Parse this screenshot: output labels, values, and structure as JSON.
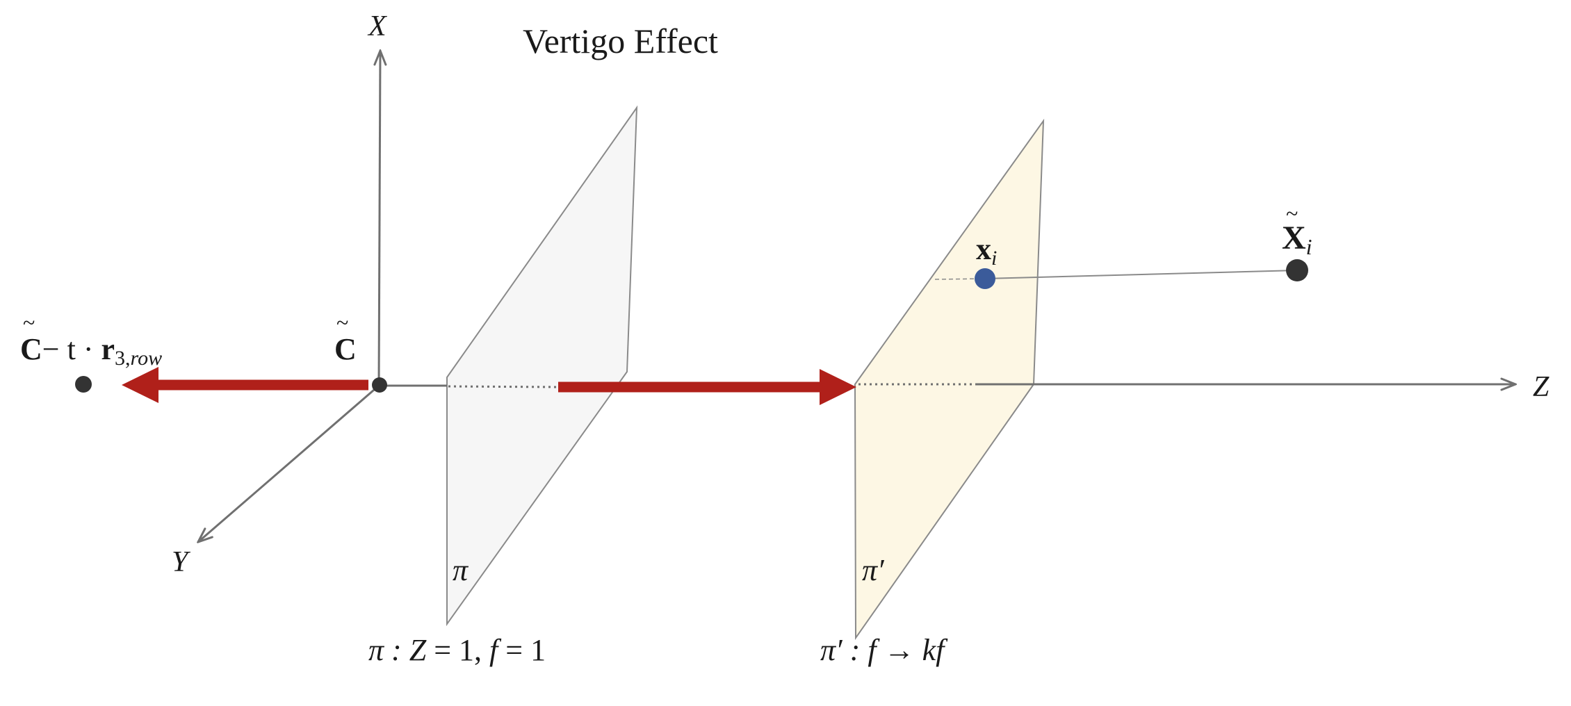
{
  "title": "Vertigo Effect",
  "axes": {
    "x": "X",
    "y": "Y",
    "z": "Z"
  },
  "camera": {
    "name": "C",
    "shifted": {
      "base": "C",
      "op": "− t · ",
      "vec": "r",
      "sub": "3,",
      "sub_it": "row"
    }
  },
  "planes": {
    "pi": {
      "symbol": "π",
      "caption_a": "π : ",
      "caption_Z": "Z",
      "caption_b": " = 1, ",
      "caption_f": "f",
      "caption_c": " = 1"
    },
    "pi_prime": {
      "symbol": "π′",
      "caption_a": "π′ : ",
      "caption_f": "f",
      "caption_b": " → ",
      "caption_k": "kf"
    }
  },
  "points": {
    "image_point": {
      "base": "x",
      "sub": "i"
    },
    "world_point": {
      "base": "X",
      "sub": "i"
    }
  },
  "colors": {
    "axis": "#707070",
    "arrow": "#b0201a",
    "plane_pi": "#f6f6f6",
    "plane_pi_prime": "#fdf7e4",
    "point_blue": "#3b5b9a",
    "point_dark": "#333333"
  }
}
